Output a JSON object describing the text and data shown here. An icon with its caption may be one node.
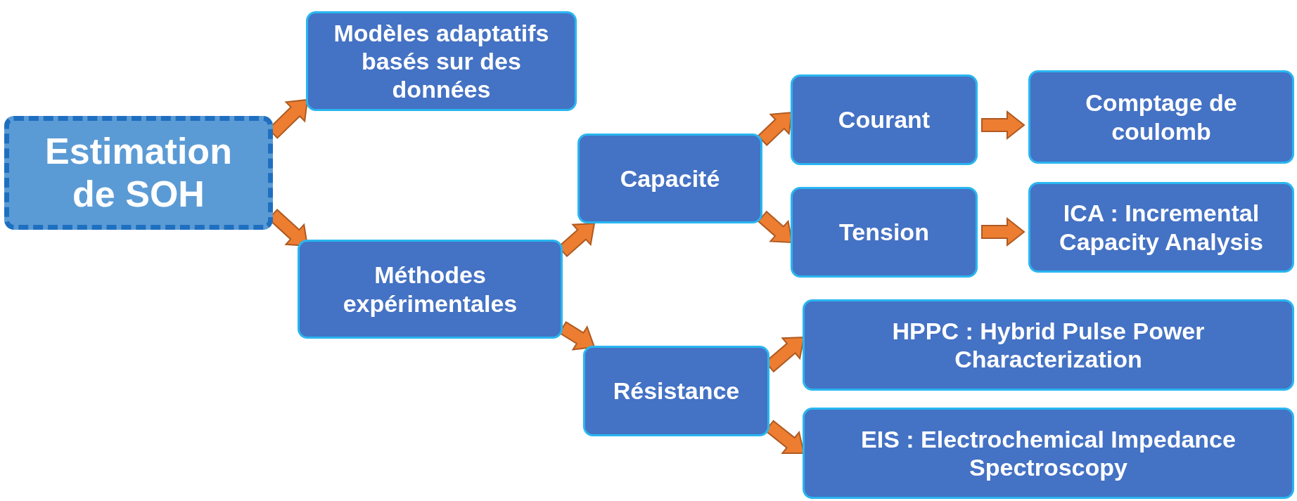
{
  "diagram": {
    "nodes": [
      {
        "text": [
          "Estimation de SOH"
        ]
      },
      {
        "text": [
          "Modèles adaptatifs basés sur des données"
        ]
      },
      {
        "text": [
          "Méthodes expérimentales"
        ]
      },
      {
        "text": [
          "Capacité"
        ]
      },
      {
        "text": [
          "Courant"
        ]
      },
      {
        "text": [
          "Comptage de coulomb"
        ]
      },
      {
        "text": [
          "Tension"
        ]
      },
      {
        "text": [
          "ICA : Incremental Capacity Analysis"
        ]
      },
      {
        "text": [
          "Résistance"
        ]
      },
      {
        "text": [
          "HPPC : Hybrid Pulse Power Characterization"
        ]
      },
      {
        "text": [
          "EIS : Electrochemical Impedance Spectroscopy"
        ]
      }
    ],
    "edges": [
      {
        "from": 0,
        "to": 1,
        "arrow": "to"
      },
      {
        "from": 0,
        "to": 2,
        "arrow": "to"
      },
      {
        "from": 2,
        "to": 3,
        "arrow": "to"
      },
      {
        "from": 2,
        "to": 8,
        "arrow": "to"
      },
      {
        "from": 3,
        "to": 4,
        "arrow": "to"
      },
      {
        "from": 3,
        "to": 6,
        "arrow": "to"
      },
      {
        "from": 4,
        "to": 5,
        "arrow": "to"
      },
      {
        "from": 6,
        "to": 7,
        "arrow": "to"
      },
      {
        "from": 8,
        "to": 9,
        "arrow": "to"
      },
      {
        "from": 8,
        "to": 10,
        "arrow": "to"
      }
    ]
  }
}
